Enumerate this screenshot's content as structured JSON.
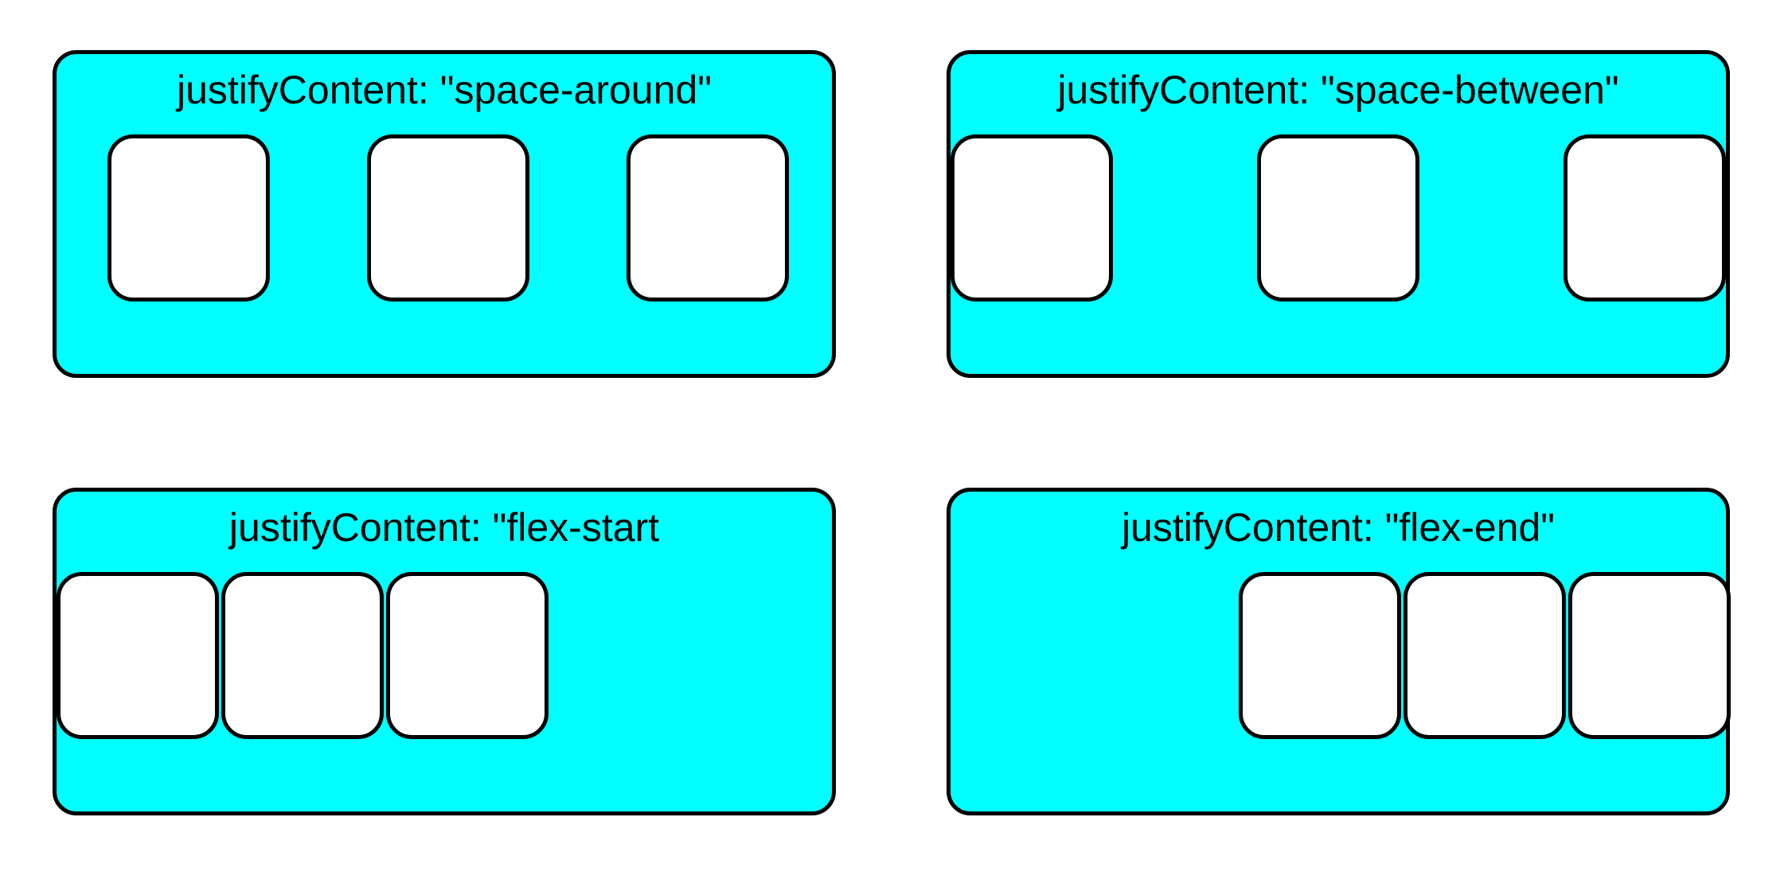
{
  "colors": {
    "container_fill": "#00ffff",
    "border": "#000000",
    "item_fill": "#ffffff",
    "page_background": "#ffffff"
  },
  "panels": [
    {
      "label": "justifyContent: \"space-around\"",
      "item_count": 3
    },
    {
      "label": "justifyContent: \"space-between\"",
      "item_count": 3
    },
    {
      "label": "justifyContent: \"flex-start",
      "item_count": 3
    },
    {
      "label": "justifyContent: \"flex-end\"",
      "item_count": 3
    }
  ]
}
